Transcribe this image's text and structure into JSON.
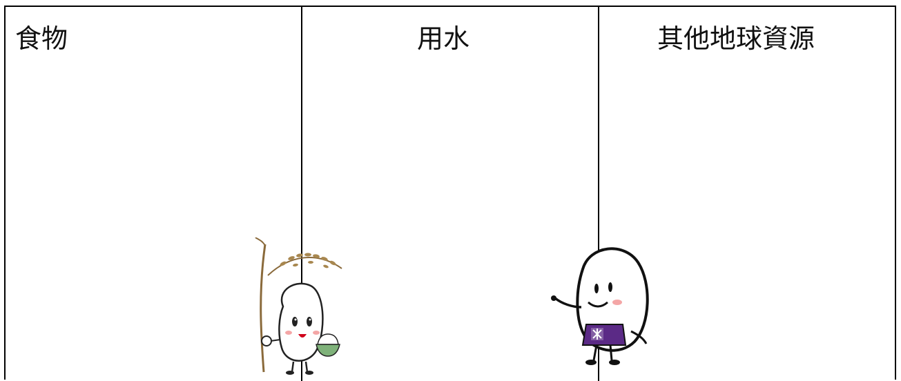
{
  "table": {
    "columns": [
      {
        "header": "食物"
      },
      {
        "header": "用水"
      },
      {
        "header": "其他地球資源"
      }
    ]
  },
  "illustrations": [
    {
      "name": "rice-mascot-holding-rice-stalk-and-bowl"
    },
    {
      "name": "rice-mascot-waving-with-apron"
    }
  ],
  "colors": {
    "border": "#000000",
    "apron": "#5b2a86",
    "cheek": "#f4a6a6",
    "bowl": "#7fb27a",
    "stalk": "#8a6a3b"
  }
}
